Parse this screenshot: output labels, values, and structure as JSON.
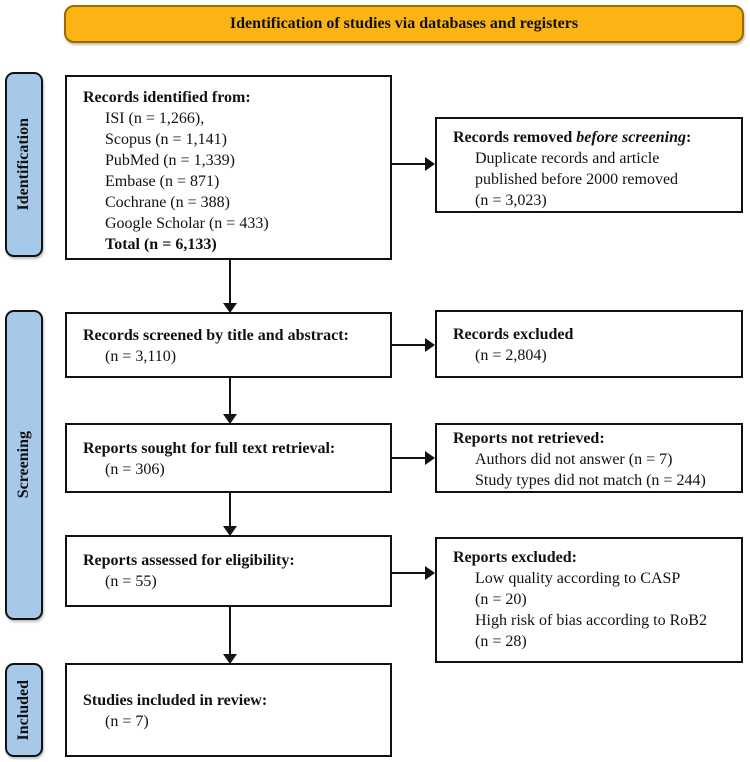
{
  "banner": {
    "label": "Identification of studies via databases and registers",
    "bg_color": "#FBB316",
    "border_color": "#9C6A00"
  },
  "sidebar": {
    "bg_color": "#A6C9E9",
    "stages": [
      {
        "id": "identification",
        "label": "Identification"
      },
      {
        "id": "screening",
        "label": "Screening"
      },
      {
        "id": "included",
        "label": "Included"
      }
    ]
  },
  "boxes": {
    "records_identified": {
      "title": "Records identified from:",
      "items": [
        "ISI (n = 1,266),",
        "Scopus (n = 1,141)",
        "PubMed (n = 1,339)",
        "Embase (n = 871)",
        "Cochrane (n = 388)",
        "Google Scholar (n = 433)"
      ],
      "total": "Total (n = 6,133)"
    },
    "records_removed": {
      "title_prefix": "Records removed ",
      "title_emphasis": "before screening",
      "title_suffix": ":",
      "items": [
        "Duplicate records and article",
        "published before 2000 removed",
        "(n = 3,023)"
      ]
    },
    "records_screened": {
      "title": "Records screened by title and abstract:",
      "items": [
        "(n = 3,110)"
      ]
    },
    "records_excluded": {
      "title": "Records excluded",
      "items": [
        "(n = 2,804)"
      ]
    },
    "reports_sought": {
      "title": "Reports sought for full text retrieval:",
      "items": [
        "(n = 306)"
      ]
    },
    "reports_not_retrieved": {
      "title": "Reports not retrieved:",
      "items": [
        "Authors did not answer (n = 7)",
        "Study types did not match (n = 244)"
      ]
    },
    "reports_assessed": {
      "title": "Reports assessed for eligibility:",
      "items": [
        "(n = 55)"
      ]
    },
    "reports_excluded": {
      "title": "Reports excluded:",
      "items": [
        "Low quality according to CASP",
        "(n = 20)",
        "High risk of bias according to RoB2",
        "(n = 28)"
      ]
    },
    "studies_included": {
      "title": "Studies included in review:",
      "items": [
        "(n = 7)"
      ]
    }
  }
}
